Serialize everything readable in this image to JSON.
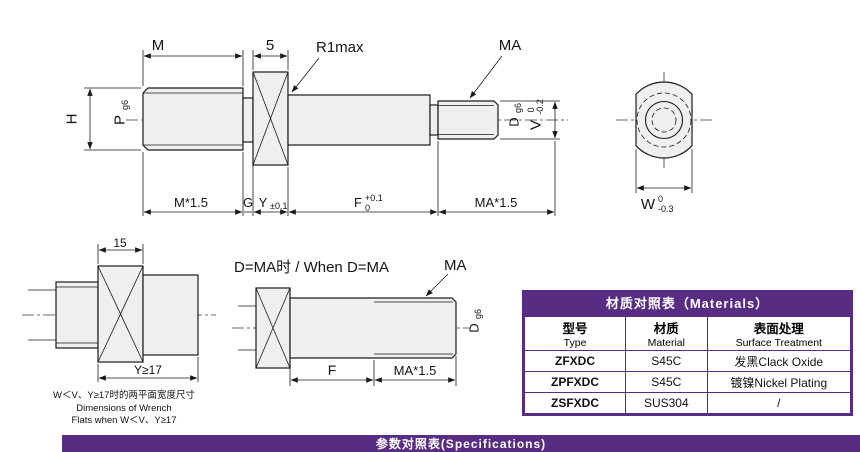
{
  "main_view": {
    "dim_h": "H",
    "dim_m": "M",
    "dim_5": "5",
    "dim_r1max": "R1max",
    "dim_ma": "MA",
    "label_p": "P",
    "label_p_sub": "g6",
    "label_d": "D",
    "label_d_sub": "g6",
    "label_v": "V",
    "label_v_sup": "0",
    "label_v_sub": "-0.2",
    "chain_m15": "M*1.5",
    "chain_g": "G",
    "chain_y": "Y",
    "chain_y_tol": "±0.1",
    "chain_f": "F",
    "chain_f_sup": "+0.1",
    "chain_f_sub": "0",
    "chain_ma15": "MA*1.5"
  },
  "end_view": {
    "label_w": "W",
    "label_w_sup": "0",
    "label_w_sub": "-0.3"
  },
  "wrench_view": {
    "dim_15": "15",
    "dim_y17": "Y≥17",
    "caption_zh": "W＜V、Y≥17时的两平面宽度尺寸",
    "caption_en1": "Dimensions of Wrench",
    "caption_en2": "Flats when W＜V、Y≥17"
  },
  "dma_view": {
    "title": "D=MA时 / When D=MA",
    "label_ma": "MA",
    "label_d": "D",
    "label_d_sub": "g6",
    "dim_f": "F",
    "dim_ma15": "MA*1.5"
  },
  "materials_table": {
    "title": "材质对照表（Materials）",
    "headers": [
      {
        "zh": "型号",
        "en": "Type"
      },
      {
        "zh": "材质",
        "en": "Material"
      },
      {
        "zh": "表面处理",
        "en": "Surface Treatment"
      }
    ],
    "rows": [
      {
        "type": "ZFXDC",
        "material": "S45C",
        "treatment": "发黑Clack Oxide"
      },
      {
        "type": "ZPFXDC",
        "material": "S45C",
        "treatment": "镀镍Nickel Plating"
      },
      {
        "type": "ZSFXDC",
        "material": "SUS304",
        "treatment": "/"
      }
    ]
  },
  "spec_bar": {
    "title": "参数对照表(Specifications)"
  },
  "colors": {
    "purple": "#582c83",
    "red": "#cc0000",
    "part_fill": "#efefef"
  }
}
